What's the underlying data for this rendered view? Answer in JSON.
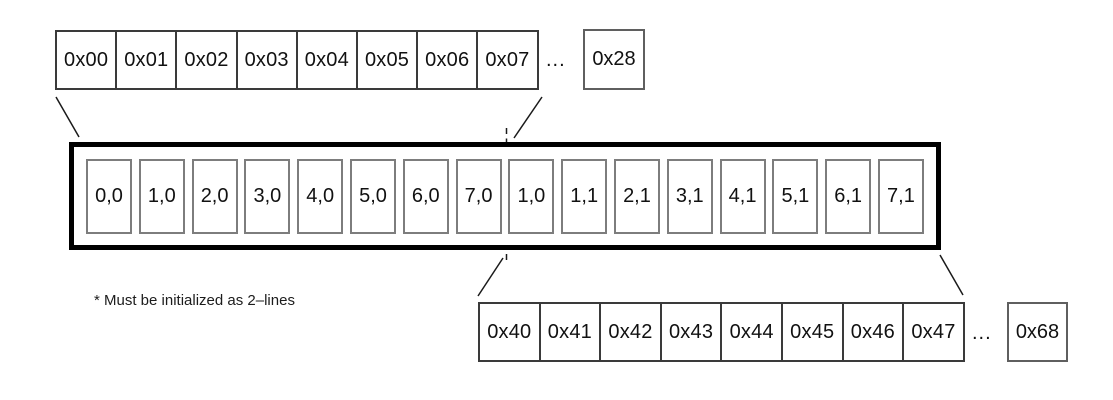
{
  "top_row": {
    "cells": [
      "0x00",
      "0x01",
      "0x02",
      "0x03",
      "0x04",
      "0x05",
      "0x06",
      "0x07"
    ],
    "ellipsis": "...",
    "end_cell": "0x28"
  },
  "main_box": {
    "cells": [
      "0,0",
      "1,0",
      "2,0",
      "3,0",
      "4,0",
      "5,0",
      "6,0",
      "7,0",
      "1,0",
      "1,1",
      "2,1",
      "3,1",
      "4,1",
      "5,1",
      "6,1",
      "7,1"
    ]
  },
  "bottom_row": {
    "cells": [
      "0x40",
      "0x41",
      "0x42",
      "0x43",
      "0x44",
      "0x45",
      "0x46",
      "0x47"
    ],
    "ellipsis": "...",
    "end_cell": "0x68"
  },
  "note": "* Must be initialized as 2–lines"
}
